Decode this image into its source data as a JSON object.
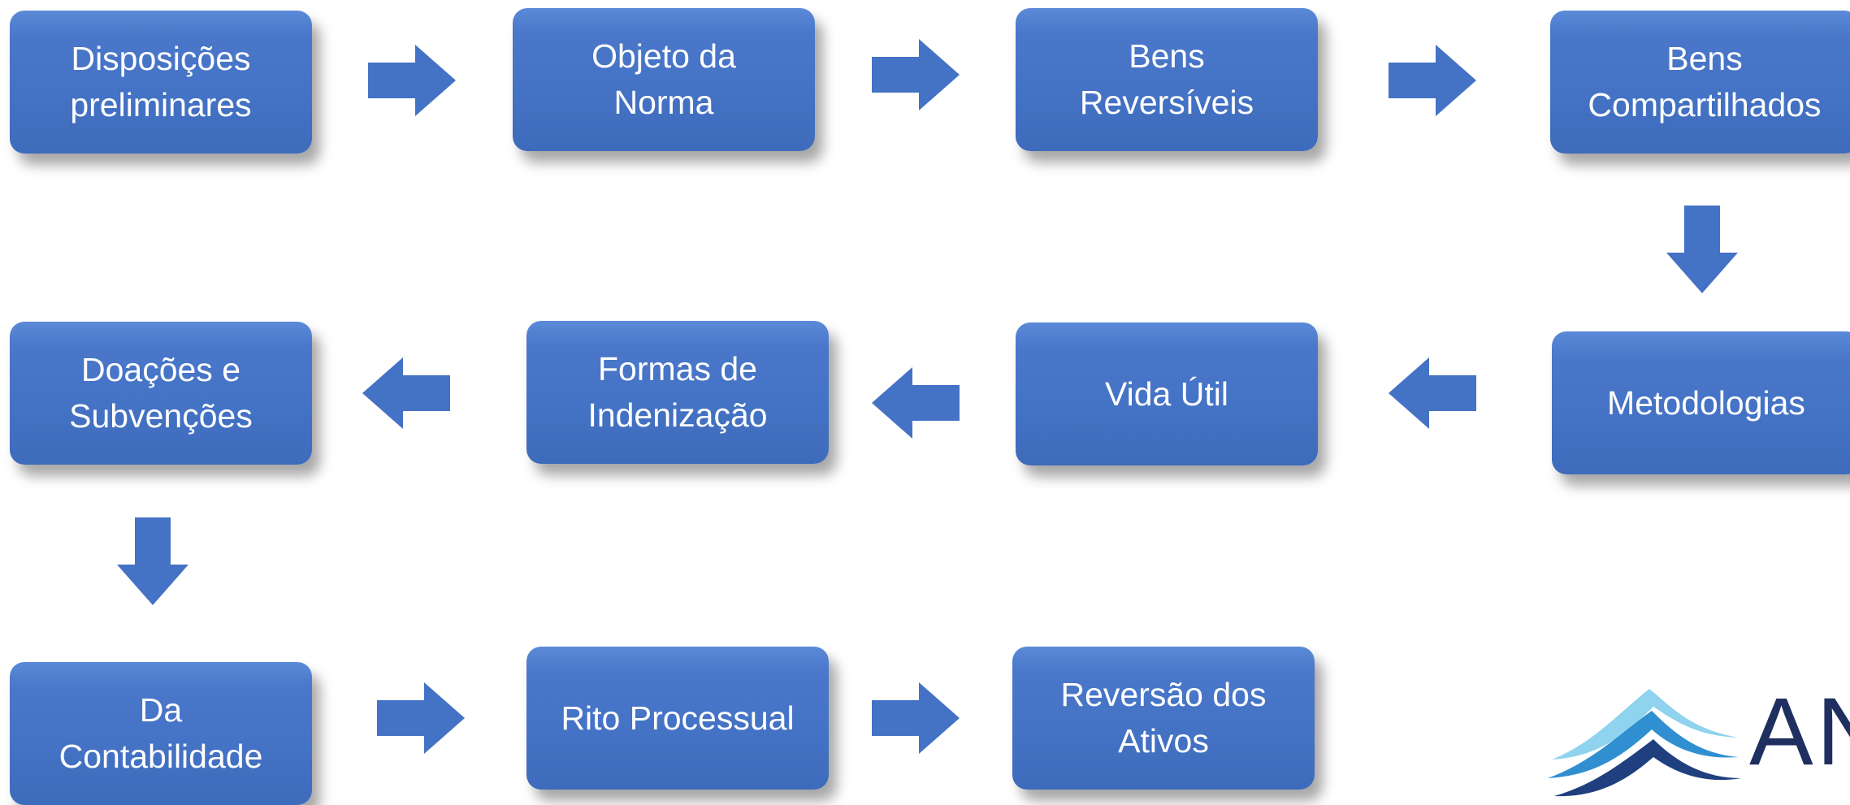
{
  "flow": {
    "steps": [
      {
        "label": "Disposições\npreliminares"
      },
      {
        "label": "Objeto da\nNorma"
      },
      {
        "label": "Bens\nReversíveis"
      },
      {
        "label": "Bens\nCompartilhados"
      },
      {
        "label": "Metodologias"
      },
      {
        "label": "Vida Útil"
      },
      {
        "label": "Formas de\nIndenização"
      },
      {
        "label": "Doações e\nSubvenções"
      },
      {
        "label": "Da\nContabilidade"
      },
      {
        "label": "Rito Processual"
      },
      {
        "label": "Reversão dos\nAtivos"
      }
    ]
  },
  "logo": {
    "text": "AN",
    "colors": [
      "#1f3f7f",
      "#2f7fc8",
      "#7fc8e8"
    ]
  },
  "colors": {
    "box": "#4472c4",
    "arrow": "#4472c4",
    "text": "#ffffff"
  }
}
